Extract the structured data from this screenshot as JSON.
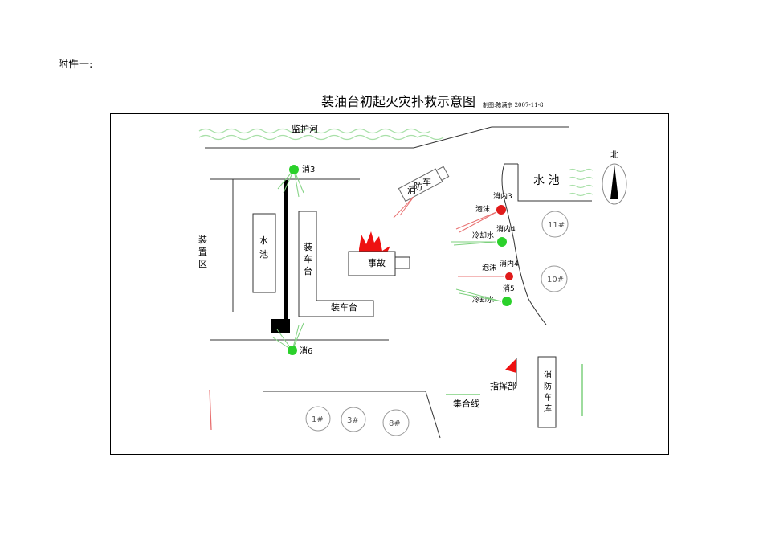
{
  "header": {
    "attachment": "附件一:",
    "title": "装油台初起火灾扑救示意图",
    "credit": "制图:陈满宗   2007-11-8"
  },
  "map": {
    "river": "监护河",
    "north": "北",
    "pool_left": "水池",
    "pool_right": "水 池",
    "loading_area": [
      "装",
      "置",
      "区"
    ],
    "loading_platform_v": [
      "装",
      "车",
      "台"
    ],
    "loading_platform_h": "装车台",
    "accident": "事故",
    "fire_truck": [
      "消",
      "防",
      "车"
    ],
    "hydrant3": "消3",
    "hydrant6": "消6",
    "inner3": "消内3",
    "foam1": "泡沫",
    "inner4_top": "消内4",
    "cooling1": "冷却水",
    "foam2": "泡沫",
    "inner4": "消内4",
    "hydrant5": "消5",
    "cooling2": "冷却水",
    "tank11": "11#",
    "tank10": "10#",
    "tank1": "1#",
    "tank3": "3#",
    "tank8": "8#",
    "command": "指挥部",
    "assembly": "集合线",
    "garage": [
      "消",
      "防",
      "车",
      "库"
    ]
  },
  "colors": {
    "hydrant_green": "#2bd12b",
    "inner_red": "#e01a1a",
    "foam_stream": "#e87070",
    "water_stream": "#7ed07e",
    "wave": "#a8e0a8",
    "flame": "#ee1111"
  }
}
